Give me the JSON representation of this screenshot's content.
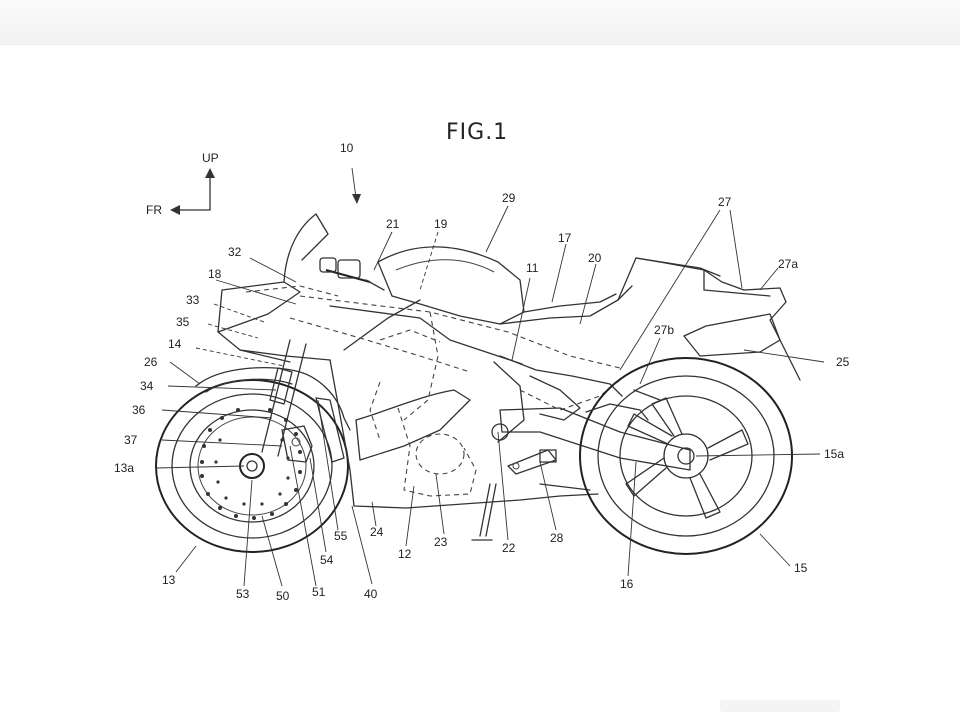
{
  "figure": {
    "title": "FIG.1",
    "direction": {
      "up_label": "UP",
      "front_label": "FR"
    },
    "labels": {
      "l10": "10",
      "l21": "21",
      "l19": "19",
      "l29": "29",
      "l17": "17",
      "l20": "20",
      "l11": "11",
      "l27": "27",
      "l27a": "27a",
      "l32": "32",
      "l18": "18",
      "l33": "33",
      "l35": "35",
      "l14": "14",
      "l26": "26",
      "l34": "34",
      "l36": "36",
      "l37": "37",
      "l13a": "13a",
      "l13": "13",
      "l53": "53",
      "l50": "50",
      "l51": "51",
      "l54": "54",
      "l55": "55",
      "l24": "24",
      "l40": "40",
      "l12": "12",
      "l23": "23",
      "l22": "22",
      "l28": "28",
      "l16": "16",
      "l15": "15",
      "l15a": "15a",
      "l25": "25",
      "l27b": "27b"
    }
  },
  "colors": {
    "line": "#333333",
    "background": "#ffffff"
  }
}
